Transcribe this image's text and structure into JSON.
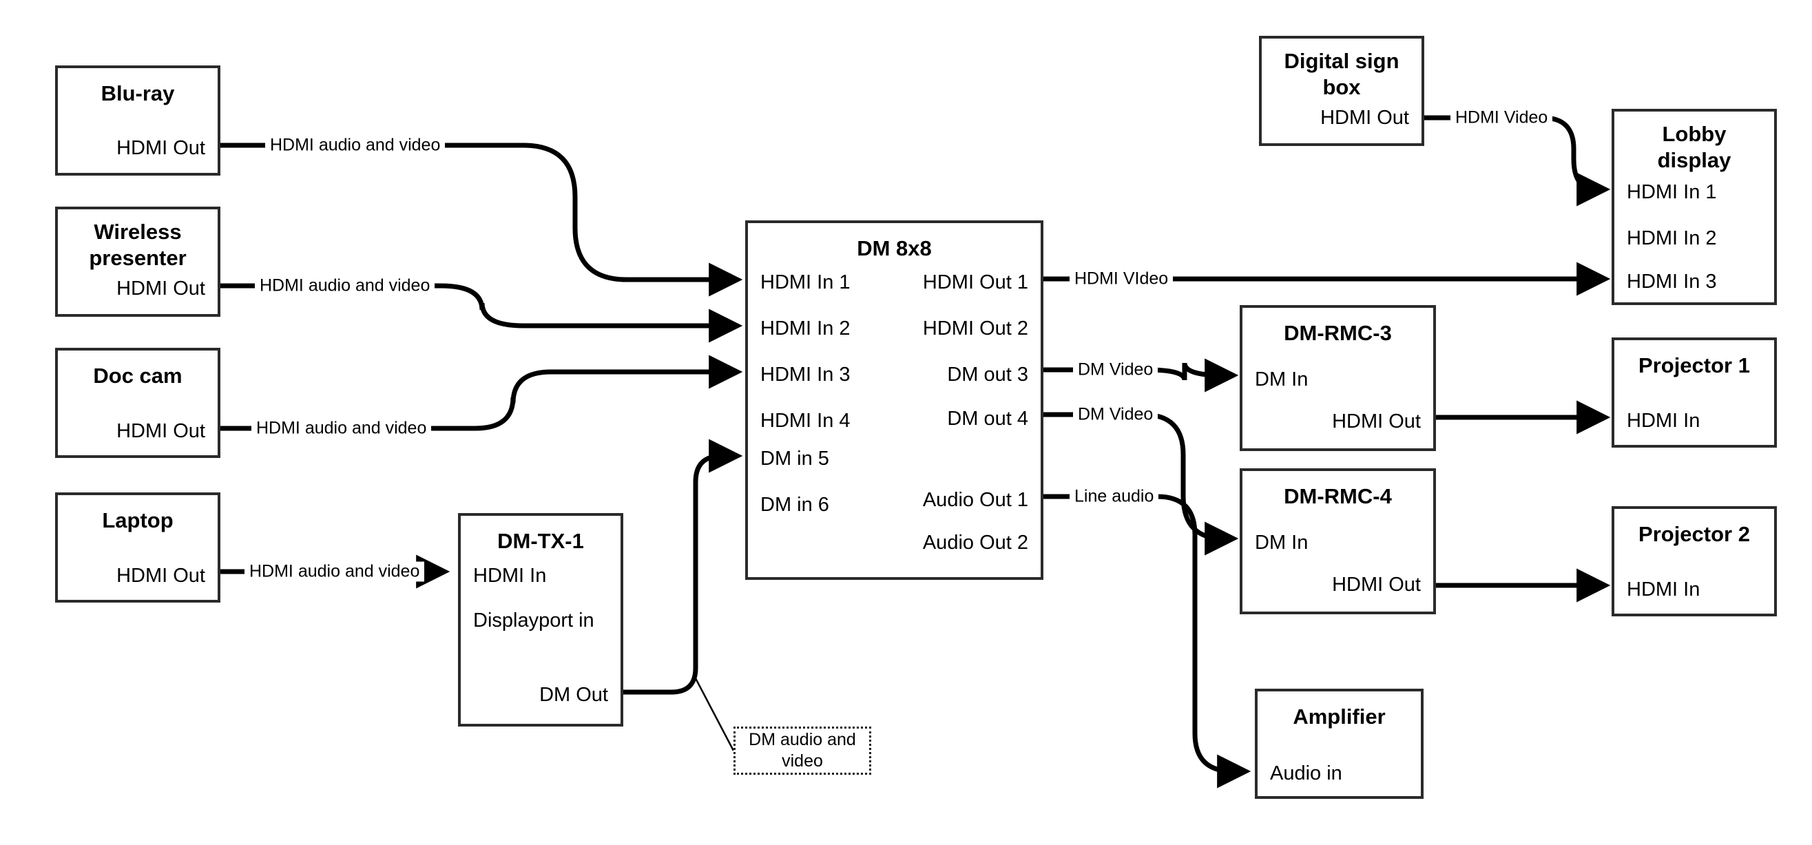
{
  "diagram": {
    "title": "AV signal flow diagram",
    "line_color": "#000000",
    "box_border_color": "#2b2b2b",
    "background": "#ffffff"
  },
  "nodes": {
    "bluray": {
      "title": "Blu-ray",
      "ports": {
        "out1": "HDMI Out"
      }
    },
    "wireless": {
      "title": "Wireless\npresenter",
      "ports": {
        "out1": "HDMI Out"
      }
    },
    "doccam": {
      "title": "Doc cam",
      "ports": {
        "out1": "HDMI Out"
      }
    },
    "laptop": {
      "title": "Laptop",
      "ports": {
        "out1": "HDMI Out"
      }
    },
    "dmtx1": {
      "title": "DM-TX-1",
      "ports": {
        "in1": "HDMI In",
        "in2": "Displayport in",
        "out1": "DM Out"
      }
    },
    "dm8x8": {
      "title": "DM 8x8",
      "inputs": [
        "HDMI In 1",
        "HDMI In 2",
        "HDMI In 3",
        "HDMI In 4",
        "DM in 5",
        "DM in 6"
      ],
      "outputs": [
        "HDMI Out 1",
        "HDMI Out 2",
        "DM out 3",
        "DM out 4",
        "Audio Out 1",
        "Audio Out 2"
      ]
    },
    "signbox": {
      "title": "Digital sign\nbox",
      "ports": {
        "out1": "HDMI Out"
      }
    },
    "lobby": {
      "title": "Lobby\ndisplay",
      "inputs": [
        "HDMI In 1",
        "HDMI In 2",
        "HDMI In 3"
      ]
    },
    "dmrmc3": {
      "title": "DM-RMC-3",
      "ports": {
        "in1": "DM In",
        "out1": "HDMI Out"
      }
    },
    "dmrmc4": {
      "title": "DM-RMC-4",
      "ports": {
        "in1": "DM In",
        "out1": "HDMI Out"
      }
    },
    "projector1": {
      "title": "Projector 1",
      "ports": {
        "in1": "HDMI In"
      }
    },
    "projector2": {
      "title": "Projector 2",
      "ports": {
        "in1": "HDMI In"
      }
    },
    "amplifier": {
      "title": "Amplifier",
      "ports": {
        "in1": "Audio in"
      }
    }
  },
  "edge_labels": {
    "bluray_to_dm": "HDMI audio and video",
    "wireless_to_dm": "HDMI audio and video",
    "doccam_to_dm": "HDMI audio and video",
    "laptop_to_tx": "HDMI audio and video",
    "tx_to_dm": "DM audio and video",
    "signbox_to_lobby": "HDMI Video",
    "hdmiout1_label": "HDMI VIdeo",
    "dmout3_label": "DM Video",
    "dmout4_label": "DM Video",
    "audioout1_label": "Line audio"
  }
}
